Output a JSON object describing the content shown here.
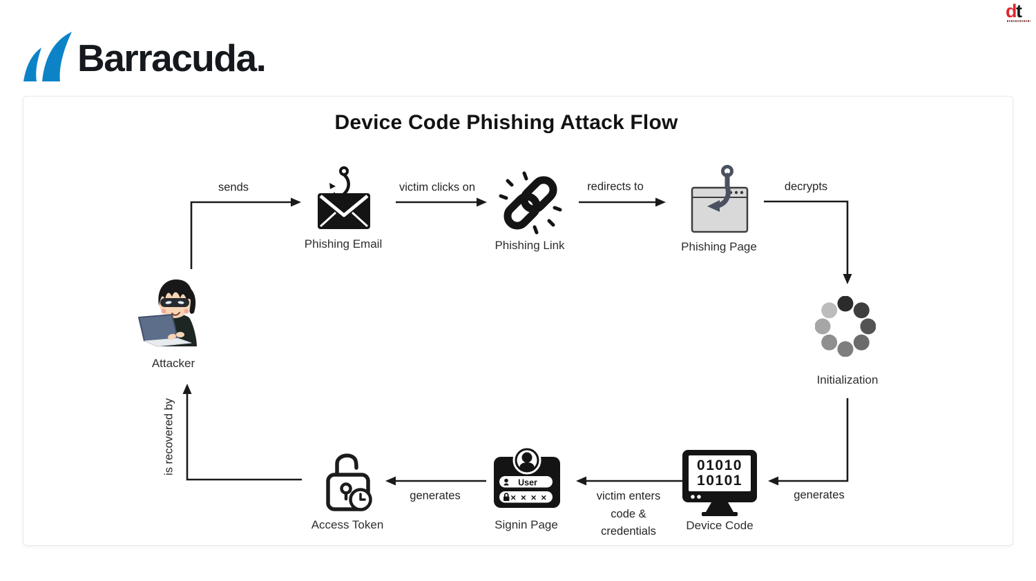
{
  "header": {
    "barracuda": {
      "wordmark": "Barracuda."
    },
    "dt": {
      "d": "d",
      "t": "t"
    }
  },
  "diagram": {
    "title": "Device Code Phishing Attack Flow",
    "nodes": [
      {
        "id": "attacker",
        "label": "Attacker"
      },
      {
        "id": "phishing-email",
        "label": "Phishing Email"
      },
      {
        "id": "phishing-link",
        "label": "Phishing Link"
      },
      {
        "id": "phishing-page",
        "label": "Phishing Page"
      },
      {
        "id": "initialization",
        "label": "Initialization"
      },
      {
        "id": "device-code",
        "label": "Device Code"
      },
      {
        "id": "signin-page",
        "label": "Signin Page"
      },
      {
        "id": "access-token",
        "label": "Access Token"
      }
    ],
    "edges": [
      {
        "from": "attacker",
        "to": "phishing-email",
        "label": "sends"
      },
      {
        "from": "phishing-email",
        "to": "phishing-link",
        "label": "victim clicks on"
      },
      {
        "from": "phishing-link",
        "to": "phishing-page",
        "label": "redirects to"
      },
      {
        "from": "phishing-page",
        "to": "initialization",
        "label": "decrypts"
      },
      {
        "from": "initialization",
        "to": "device-code",
        "label": "generates"
      },
      {
        "from": "device-code",
        "to": "signin-page",
        "label": "victim enters code & credentials",
        "lines": [
          "victim enters",
          "code &",
          "credentials"
        ]
      },
      {
        "from": "signin-page",
        "to": "access-token",
        "label": "generates"
      },
      {
        "from": "access-token",
        "to": "attacker",
        "label": "is recovered by"
      }
    ],
    "device_code_screen": {
      "line1": "01010",
      "line2": "10101"
    },
    "signin_form": {
      "username": "User",
      "password": "✕ ✕ ✕ ✕"
    },
    "spinner_colors": [
      "#2b2b2b",
      "#3e3e3e",
      "#545454",
      "#6b6b6b",
      "#7e7e7e",
      "#8f8f8f",
      "#a6a6a6",
      "#bcbcbc"
    ]
  },
  "colors": {
    "barracuda_blue": "#0c83c7",
    "dt_red": "#e0272e",
    "icon_black": "#141414",
    "arrow": "#1a1a1a",
    "window_gray": "#d9d9d9",
    "hook_slate": "#4a5160"
  }
}
